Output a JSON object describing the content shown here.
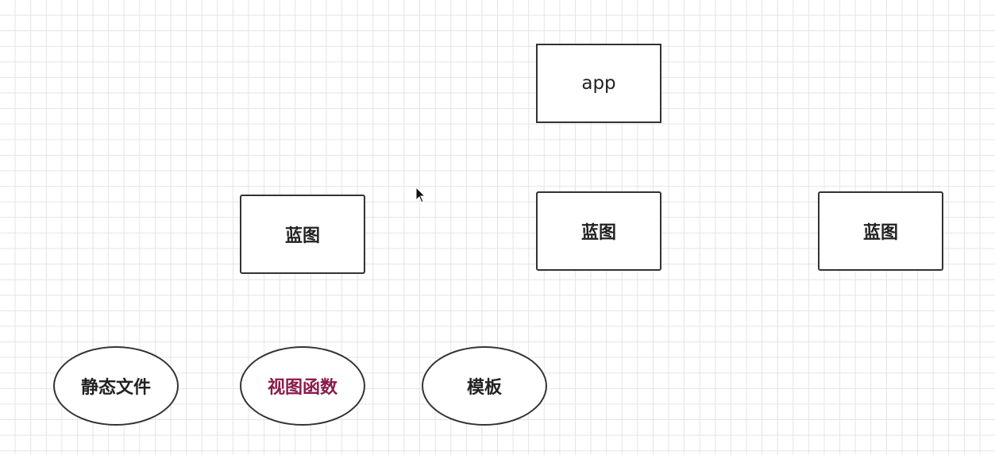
{
  "diagram": {
    "nodes": [
      {
        "id": "app",
        "shape": "rectangle",
        "label": "app"
      },
      {
        "id": "blueprint-1",
        "shape": "rectangle",
        "label": "蓝图"
      },
      {
        "id": "blueprint-2",
        "shape": "rectangle",
        "label": "蓝图"
      },
      {
        "id": "blueprint-3",
        "shape": "rectangle",
        "label": "蓝图"
      },
      {
        "id": "static-files",
        "shape": "ellipse",
        "label": "静态文件"
      },
      {
        "id": "view-functions",
        "shape": "ellipse",
        "label": "视图函数"
      },
      {
        "id": "templates",
        "shape": "ellipse",
        "label": "模板"
      }
    ]
  },
  "colors": {
    "grid_line": "#e4e4e4",
    "node_border": "#333333",
    "node_text": "#222222",
    "highlight_text": "#8b1a4a"
  },
  "icons": {
    "cursor": "mouse-pointer-icon"
  }
}
